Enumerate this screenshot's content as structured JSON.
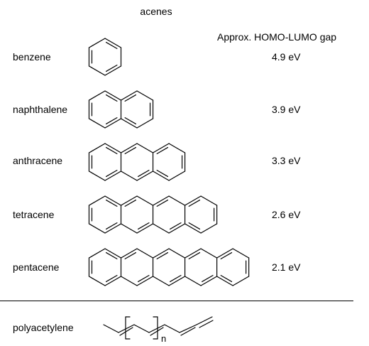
{
  "title": "acenes",
  "gap_header": "Approx. HOMO-LUMO gap",
  "acenes": [
    {
      "name": "benzene",
      "gap": "4.9 eV",
      "rings": 1
    },
    {
      "name": "naphthalene",
      "gap": "3.9 eV",
      "rings": 2
    },
    {
      "name": "anthracene",
      "gap": "3.3 eV",
      "rings": 3
    },
    {
      "name": "tetracene",
      "gap": "2.6 eV",
      "rings": 4
    },
    {
      "name": "pentacene",
      "gap": "2.1 eV",
      "rings": 5
    }
  ],
  "polymer": {
    "name": "polyacetylene",
    "repeat_label": "n"
  }
}
